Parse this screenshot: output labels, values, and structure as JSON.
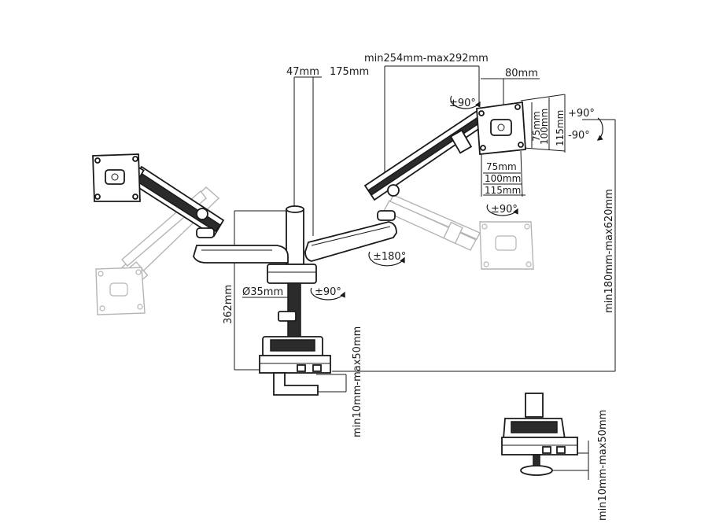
{
  "dimensions": {
    "top_span": "min254mm-max292mm",
    "pole_offset": "47mm",
    "arm_offset": "175mm",
    "plate_offset": "80mm",
    "height_range": "min180mm-max620mm",
    "pole_height": "362mm",
    "pole_diameter": "Ø35mm",
    "clamp_range_main": "min10mm-max50mm",
    "clamp_range_detail": "min10mm-max50mm",
    "vesa_75": "75mm",
    "vesa_100": "100mm",
    "vesa_115": "115mm",
    "vesa_h_75": "75mm",
    "vesa_h_100": "100mm",
    "vesa_h_115": "115mm"
  },
  "rotations": {
    "plate_rotation": "±90°",
    "tilt_up": "+90°",
    "tilt_down": "-90°",
    "swivel_lower": "±90°",
    "arm_rotation": "±180°",
    "base_rotation": "±90°"
  }
}
